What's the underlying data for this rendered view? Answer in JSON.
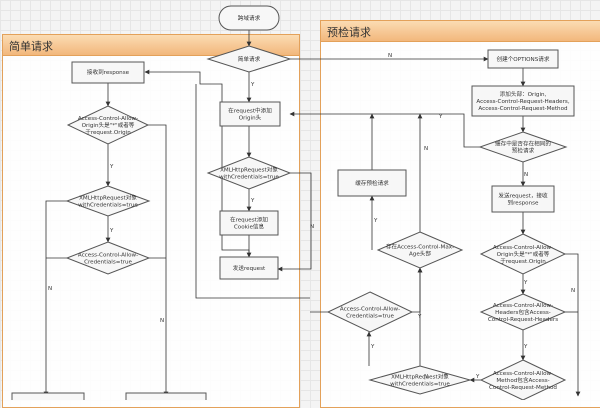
{
  "panels": {
    "simple": {
      "title": "简单请求"
    },
    "preflight": {
      "title": "预检请求"
    }
  },
  "nodes": {
    "start": [
      "跨域请求"
    ],
    "is_simple": [
      "简单请求"
    ],
    "recv_response": [
      "接收到response"
    ],
    "acao_check": [
      "Access-Control-Allow-",
      "Origin头是\"*\"或者等",
      "于request.Origin"
    ],
    "xhr_cred_1": [
      "XMLHttpRequest对象",
      "withCredentials=true"
    ],
    "acac_check_1": [
      "Access-Control-Allow-",
      "Credentials=true"
    ],
    "add_origin": [
      "在request中添加",
      "Origin头"
    ],
    "xhr_cred_2": [
      "XMLHttpRequest对象",
      "withCredentials=true"
    ],
    "add_cookie": [
      "在request添加",
      "Cookie信息"
    ],
    "send_request": [
      "发送request"
    ],
    "create_options": [
      "创建个OPTIONS请求"
    ],
    "add_headers": [
      "添加头部：Origin,",
      "Access-Control-Request-Headers,",
      "Access-Control-Request-Method"
    ],
    "cache_check": [
      "缓存中是否存在相同的",
      "预检请求"
    ],
    "send_recv": [
      "发送request，接收",
      "到response"
    ],
    "cache_preflight": [
      "缓存预检请求"
    ],
    "max_age": [
      "存在Access-Control-Max-",
      "Age头部"
    ],
    "acac_check_2": [
      "Access-Control-Allow-",
      "Credentials=true"
    ],
    "acao_check_2": [
      "Access-Control-Allow-",
      "Origin头是\"*\"或者等",
      "于request.Origin"
    ],
    "acah_check": [
      "Access-Control-Allow-",
      "Headers包含Access-",
      "Control-Request-Headers"
    ],
    "xhr_cred_3": [
      "XMLHttpRequest对象",
      "withCredentials=true"
    ],
    "acam_check": [
      "Access-Control-Allow-",
      "Method包含Access-",
      "Control-Request-Method"
    ]
  },
  "edge_labels": {
    "yes": "Y",
    "no": "N"
  }
}
